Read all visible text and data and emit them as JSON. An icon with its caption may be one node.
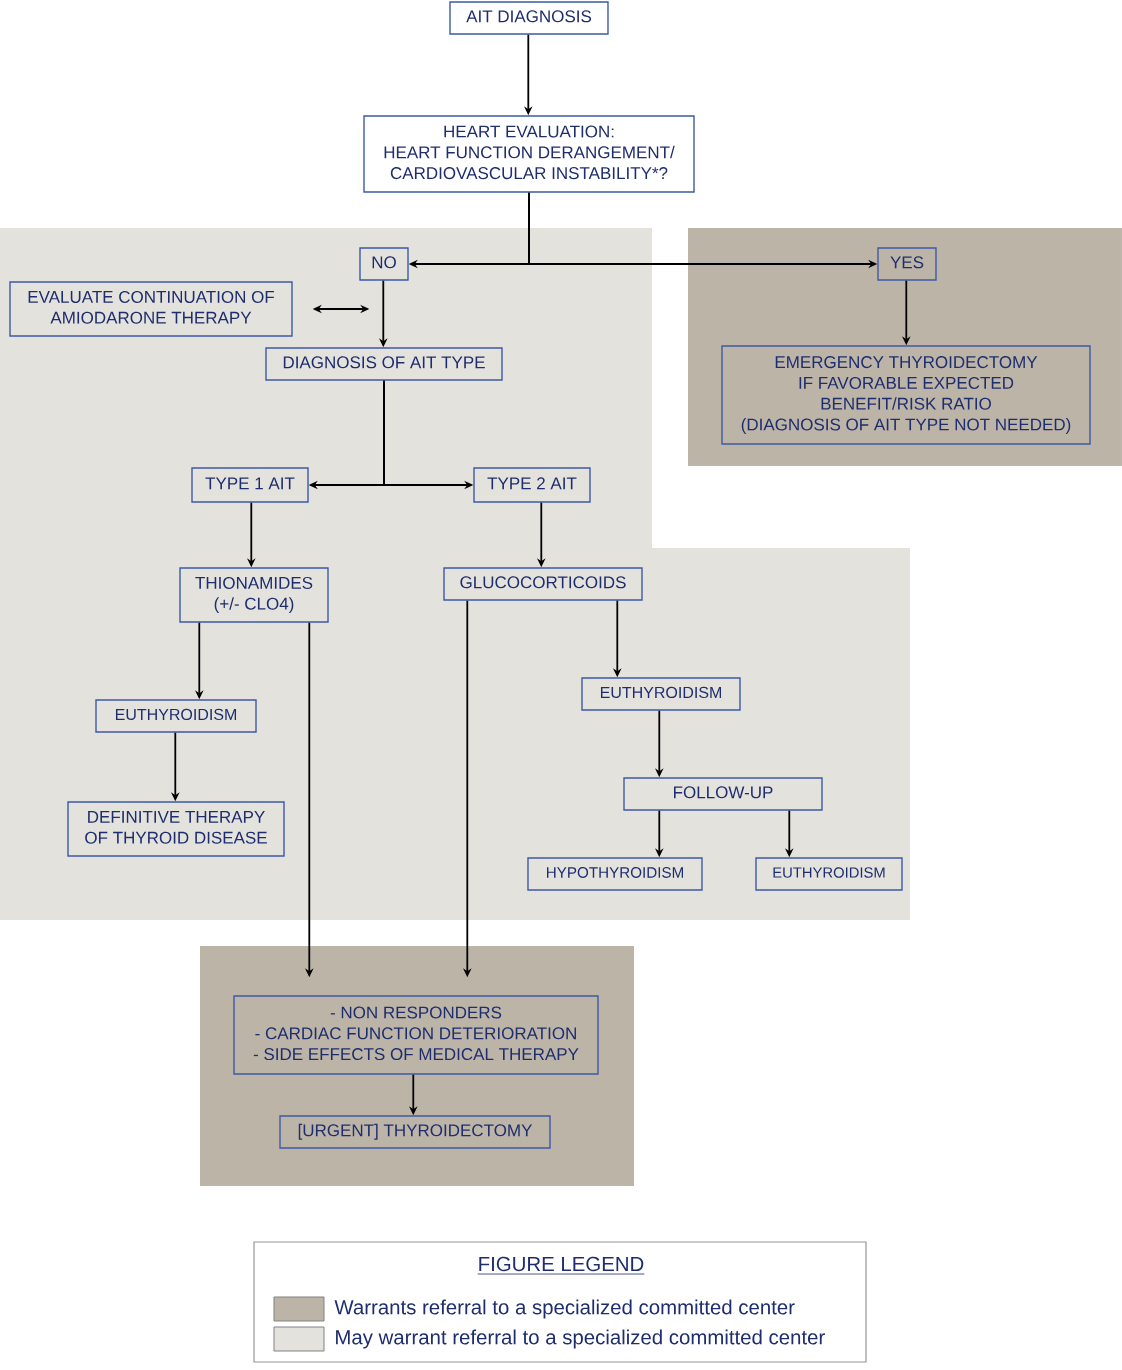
{
  "diagram": {
    "nodes": [
      {
        "text": [
          "AIT DIAGNOSIS"
        ]
      },
      {
        "text": [
          "HEART EVALUATION:",
          "HEART FUNCTION DERANGEMENT/ CARDIOVASCULAR INSTABILITY*?"
        ]
      },
      {
        "text": [],
        "shape": "band"
      },
      {
        "text": [],
        "shape": "band"
      },
      {
        "text": [
          "NO"
        ],
        "in": 2
      },
      {
        "text": [
          "YES"
        ],
        "in": 3
      },
      {
        "text": [
          "EVALUATE CONTINUATION OF AMIODARONE THERAPY"
        ],
        "in": 2
      },
      {
        "text": [
          "DIAGNOSIS OF AIT TYPE"
        ],
        "in": 2
      },
      {
        "text": [
          "EMERGENCY THYROIDECTOMY IF FAVORABLE EXPECTED BENEFIT/RISK RATIO",
          "(DIAGNOSIS OF AIT TYPE NOT NEEDED)"
        ],
        "in": 3
      },
      {
        "text": [
          "TYPE 1 AIT"
        ],
        "in": 2
      },
      {
        "text": [
          "TYPE 2 AIT"
        ],
        "in": 2
      },
      {
        "text": [
          "THIONAMIDES (+/- CLO4)"
        ],
        "in": 2
      },
      {
        "text": [
          "GLUCOCORTICOIDS"
        ],
        "in": 2
      },
      {
        "text": [
          "EUTHYROIDISM"
        ],
        "in": 2
      },
      {
        "text": [
          "EUTHYROIDISM"
        ],
        "in": 2
      },
      {
        "text": [
          "FOLLOW-UP"
        ],
        "in": 2
      },
      {
        "text": [
          "DEFINITIVE THERAPY OF THYROID DISEASE"
        ],
        "in": 2
      },
      {
        "text": [
          "HYPOTHYROIDISM"
        ],
        "in": 2
      },
      {
        "text": [
          "EUTHYROIDISM"
        ],
        "in": 2
      },
      {
        "text": [],
        "shape": "band"
      },
      {
        "text": [
          "- NON RESPONDERS",
          "- CARDIAC FUNCTION DETERIORATION",
          "- SIDE EFFECTS OF MEDICAL THERAPY"
        ],
        "in": 19
      },
      {
        "text": [
          "[URGENT] THYROIDECTOMY"
        ],
        "in": 19
      }
    ],
    "edges": [
      {
        "from": 0,
        "to": 1,
        "arrow": "to"
      },
      {
        "from": 1,
        "to": 4,
        "arrow": "to"
      },
      {
        "from": 1,
        "to": 5,
        "arrow": "to"
      },
      {
        "from": 6,
        "to": 4,
        "arrow": "both"
      },
      {
        "from": 4,
        "to": 7,
        "arrow": "to"
      },
      {
        "from": 5,
        "to": 8,
        "arrow": "to"
      },
      {
        "from": 7,
        "to": 9,
        "arrow": "to"
      },
      {
        "from": 7,
        "to": 10,
        "arrow": "to"
      },
      {
        "from": 9,
        "to": 11,
        "arrow": "to"
      },
      {
        "from": 10,
        "to": 12,
        "arrow": "to"
      },
      {
        "from": 11,
        "to": 14,
        "arrow": "to"
      },
      {
        "from": 12,
        "to": 13,
        "arrow": "to"
      },
      {
        "from": 14,
        "to": 16,
        "arrow": "to"
      },
      {
        "from": 13,
        "to": 15,
        "arrow": "to"
      },
      {
        "from": 15,
        "to": 17,
        "arrow": "to"
      },
      {
        "from": 15,
        "to": 18,
        "arrow": "to"
      },
      {
        "from": 11,
        "to": 20,
        "arrow": "to"
      },
      {
        "from": 12,
        "to": 20,
        "arrow": "to"
      },
      {
        "from": 20,
        "to": 21,
        "arrow": "to"
      }
    ],
    "labels": [
      "FIGURE LEGEND"
    ],
    "legend": [
      {
        "text": "Warrants referral to a specialized committed center",
        "color": "#bcb4a7"
      },
      {
        "text": "May warrant referral to a specialized committed center",
        "color": "#e4e2dd"
      }
    ]
  }
}
